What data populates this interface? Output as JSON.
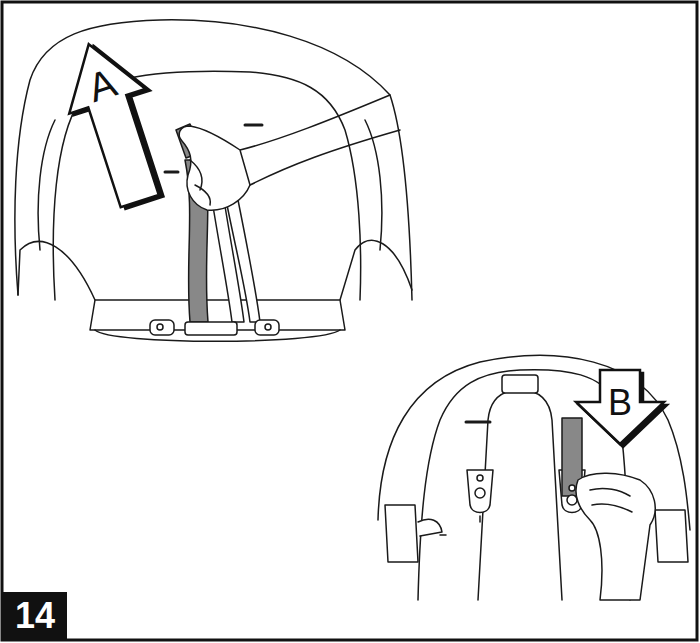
{
  "diagram": {
    "nodes": [
      {
        "text": [
          "A"
        ]
      },
      {
        "text": [
          "B"
        ]
      },
      {
        "text": [
          "14"
        ]
      }
    ]
  }
}
